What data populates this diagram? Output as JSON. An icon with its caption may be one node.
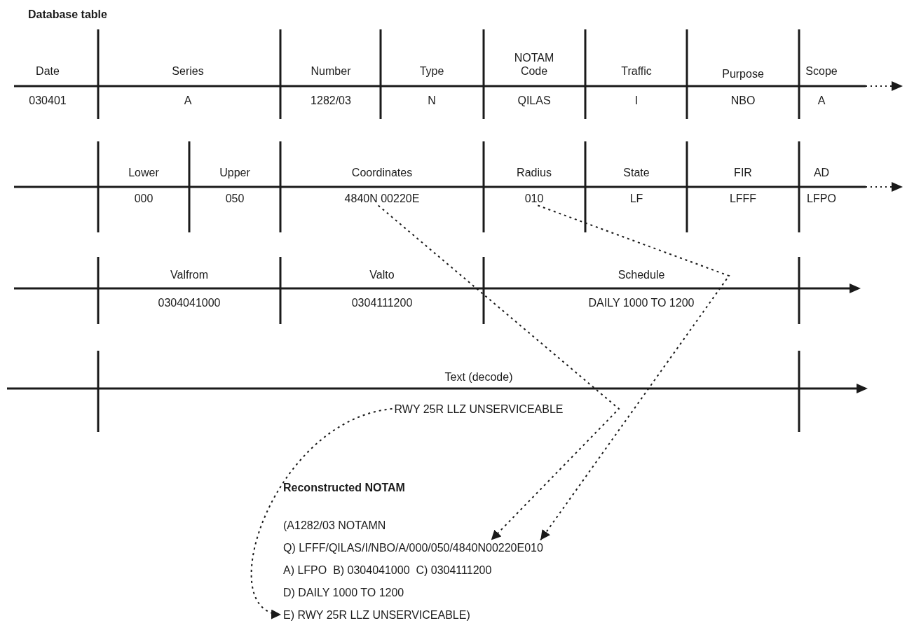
{
  "diagram": {
    "nodes": [
      {
        "text": [
          "4840N 00220E"
        ]
      },
      {
        "text": [
          "010"
        ]
      },
      {
        "text": [
          "RWY 25R LLZ UNSERVICEABLE"
        ]
      },
      {
        "text": [
          "Q) LFFF/QILAS/I/NBO/A/000/050/4840N00220E010"
        ]
      },
      {
        "text": [
          "E) RWY 25R LLZ UNSERVICEABLE)"
        ]
      }
    ],
    "edges": [
      {
        "from": 0,
        "to": 3,
        "arrow": "to"
      },
      {
        "from": 1,
        "to": 3,
        "arrow": "to"
      },
      {
        "from": 2,
        "to": 4,
        "arrow": "to"
      }
    ],
    "labels": [
      "Database table",
      "Date",
      "Series",
      "Number",
      "Type",
      "NOTAM Code",
      "Traffic",
      "Purpose",
      "Scope",
      "030401",
      "A",
      "1282/03",
      "N",
      "QILAS",
      "I",
      "NBO",
      "A",
      "Lower",
      "Upper",
      "Coordinates",
      "Radius",
      "State",
      "FIR",
      "AD",
      "000",
      "050",
      "LF",
      "LFFF",
      "LFPO",
      "Valfrom",
      "Valto",
      "Schedule",
      "0304041000",
      "0304111200",
      "DAILY 1000 TO 1200",
      "Text (decode)",
      "Reconstructed NOTAM",
      "(A1282/03 NOTAMN",
      "A) LFPO  B) 0304041000  C) 0304111200",
      "D) DAILY 1000 TO 1200"
    ]
  }
}
